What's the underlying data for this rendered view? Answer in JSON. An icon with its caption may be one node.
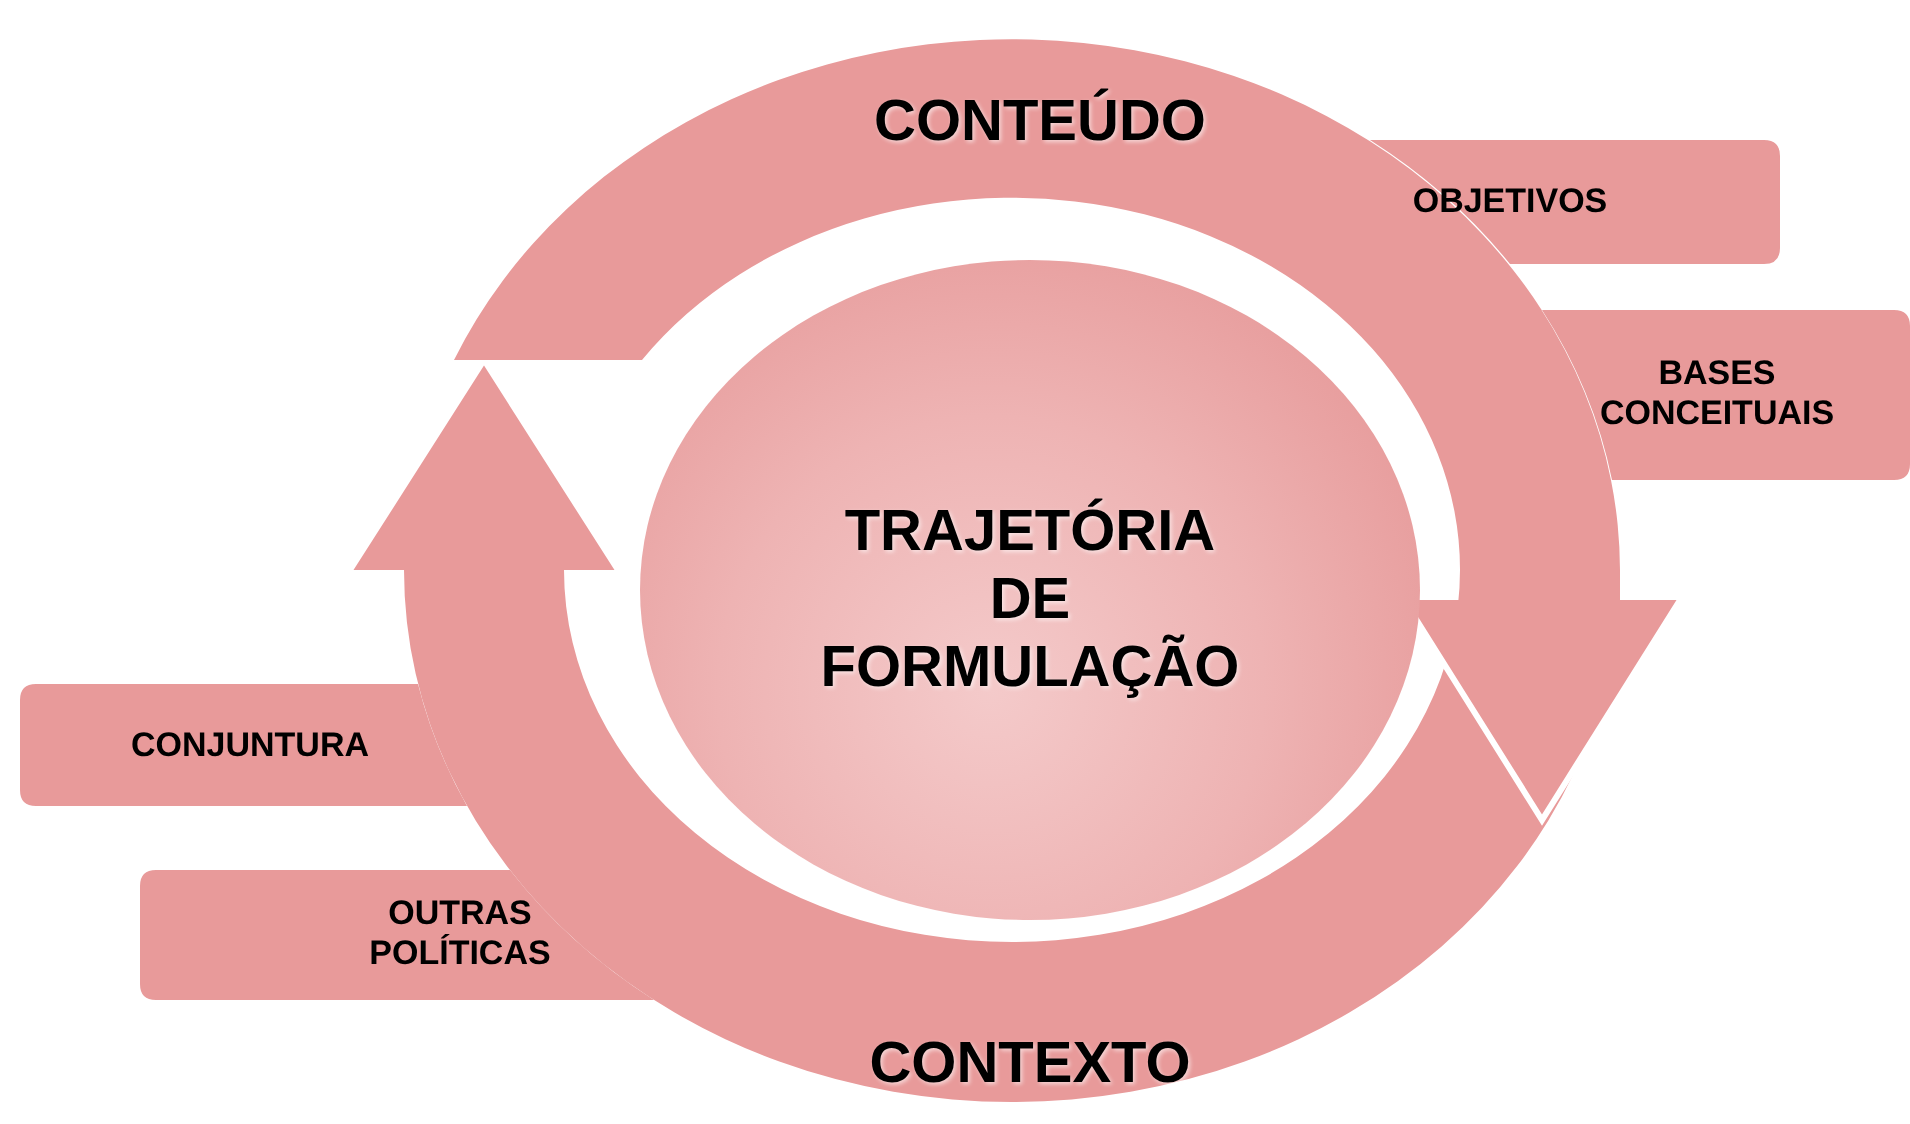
{
  "diagram": {
    "nodes": [
      {
        "text": [
          "CONTEÚDO"
        ]
      },
      {
        "text": [
          "OBJETIVOS"
        ]
      },
      {
        "text": [
          "BASES CONCEITUAIS"
        ]
      },
      {
        "text": [
          "TRAJETÓRIA DE FORMULAÇÃO"
        ]
      },
      {
        "text": [
          "CONJUNTURA"
        ]
      },
      {
        "text": [
          "OUTRAS POLÍTICAS"
        ]
      },
      {
        "text": [
          "CONTEXTO"
        ]
      }
    ]
  }
}
